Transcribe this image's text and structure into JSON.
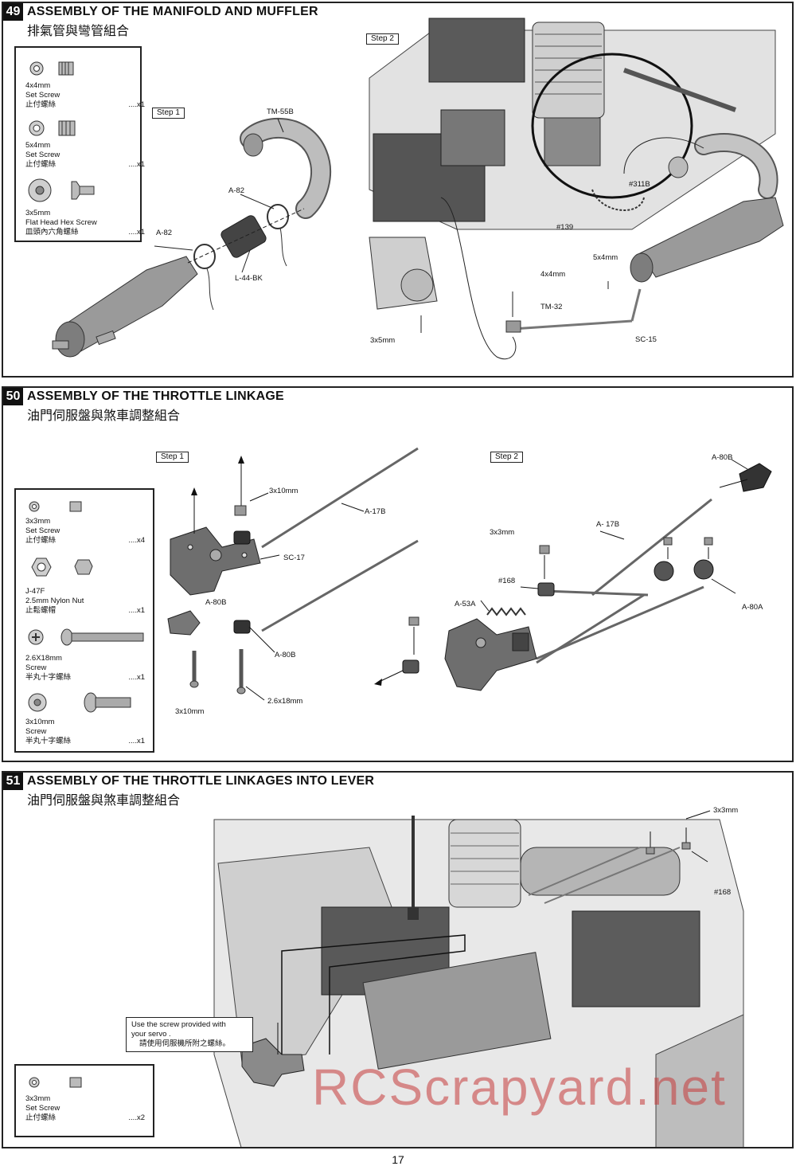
{
  "page_number": "17",
  "watermark": "RCScrapyard.net",
  "sections": [
    {
      "number": "49",
      "title": "ASSEMBLY OF THE MANIFOLD AND MUFFLER",
      "subtitle": "排氣管與彎管組合",
      "step1": "Step 1",
      "step2": "Step 2",
      "parts": [
        {
          "size": "4x4mm",
          "name": "Set Screw",
          "zh": "止付螺絲",
          "qty": "....x1"
        },
        {
          "size": "5x4mm",
          "name": "Set Screw",
          "zh": "止付螺絲",
          "qty": "....x1"
        },
        {
          "size": "3x5mm",
          "name": "Flat Head Hex Screw",
          "zh": "皿頭內六角螺絲",
          "qty": "....x1"
        }
      ],
      "labels": {
        "tm55b": "TM-55B",
        "a82_top": "A-82",
        "a82_left": "A-82",
        "l44bk": "L-44-BK",
        "n311b": "#311B",
        "n139": "#139",
        "s5x4": "5x4mm",
        "s4x4": "4x4mm",
        "tm32": "TM-32",
        "sc15": "SC-15",
        "s3x5": "3x5mm"
      }
    },
    {
      "number": "50",
      "title": "ASSEMBLY OF THE THROTTLE LINKAGE",
      "subtitle": "油門伺服盤與煞車調整組合",
      "step1": "Step 1",
      "step2": "Step 2",
      "parts": [
        {
          "size": "3x3mm",
          "name": "Set Screw",
          "zh": "止付螺絲",
          "qty": "....x4"
        },
        {
          "size": "J-47F",
          "name": "2.5mm Nylon Nut",
          "zh": "止鬆螺帽",
          "qty": "....x1"
        },
        {
          "size": "2.6X18mm",
          "name": "Screw",
          "zh": "半丸十字螺絲",
          "qty": "....x1"
        },
        {
          "size": "3x10mm",
          "name": "Screw",
          "zh": "半丸十字螺絲",
          "qty": "....x1"
        }
      ],
      "labels": {
        "s3x10_top": "3x10mm",
        "a17b_1": "A-17B",
        "sc17": "SC-17",
        "a80b_1": "A-80B",
        "a80b_2": "A-80B",
        "s3x10_bot": "3x10mm",
        "s26x18": "2.6x18mm",
        "a80b_3": "A-80B",
        "a17b_2": "A- 17B",
        "s3x3": "3x3mm",
        "n168": "#168",
        "a53a": "A-53A",
        "a80a": "A-80A"
      }
    },
    {
      "number": "51",
      "title": "ASSEMBLY OF THE THROTTLE LINKAGES INTO LEVER",
      "subtitle": "油門伺服盤與煞車調整組合",
      "parts": [
        {
          "size": "3x3mm",
          "name": "Set Screw",
          "zh": "止付螺絲",
          "qty": "....x2"
        }
      ],
      "labels": {
        "s3x3": "3x3mm",
        "n168": "#168"
      },
      "note_line1": "Use the screw provided with",
      "note_line2": "your servo .",
      "note_line3": "請使用伺服機所附之螺絲。"
    }
  ]
}
